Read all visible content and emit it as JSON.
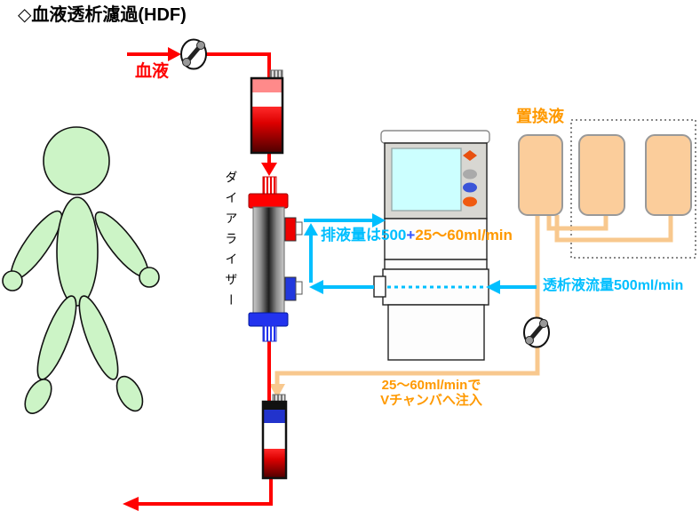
{
  "title": "◇血液透析濾過(HDF)",
  "labels": {
    "blood": "血液",
    "dialyzer": "ダイアライザー",
    "replacement_fluid": "置換液",
    "drain_part1": "排液量は500",
    "drain_plus": "+",
    "drain_part2": "25〜60ml/min",
    "dialysate_flow": "透析液流量500ml/min",
    "injection_line1": "25〜60ml/minで",
    "injection_line2": "Vチャンバへ注入"
  },
  "colors": {
    "blood_line": "#ff0000",
    "dialysate_line": "#00bfff",
    "replacement_text": "#ff9900",
    "plus_sign": "#3355ff",
    "patient_body": "#ccf4c6",
    "bag_fill": "#fbcd9b",
    "tube_line": "#f8c88e"
  }
}
